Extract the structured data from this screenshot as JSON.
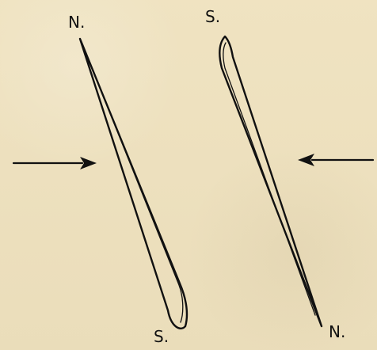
{
  "labels": {
    "left_top": "N.",
    "left_bottom": "S.",
    "right_top": "S.",
    "right_bottom": "N."
  },
  "colors": {
    "background": "#efe2bf",
    "ink": "#111111"
  }
}
